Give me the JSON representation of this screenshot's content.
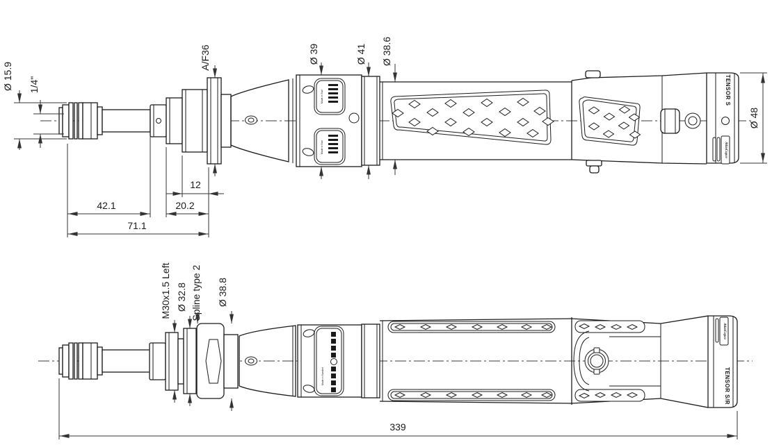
{
  "page": {
    "background": "#ffffff",
    "line_color": "#1a1a1a",
    "dim_color": "#333333"
  },
  "top_view": {
    "dims": {
      "diameter_tip": "Ø 15.9",
      "square_drive": "1/4\"",
      "wrench_flats": "A/F36",
      "diameter_39": "Ø 39",
      "diameter_41": "Ø 41",
      "diameter_38_6": "Ø 38.6",
      "diameter_48": "Ø 48",
      "length_12": "12",
      "length_20_2": "20.2",
      "length_42_1": "42.1",
      "length_71_1": "71.1"
    },
    "labels": {
      "model": "TENSOR S",
      "logo": "AtlasCopco",
      "plate_upper": "Made in Swe",
      "plate_lower": "Made in Swe"
    }
  },
  "bottom_view": {
    "dims": {
      "thread": "M30x1.5 Left",
      "diameter_32_8": "Ø 32.8",
      "spline": "Spline type 2",
      "diameter_38_8": "Ø 38.8",
      "overall_length": "339"
    },
    "labels": {
      "model": "TENSOR S/R",
      "logo": "AtlasCopco",
      "plate": "Made in Sweden"
    }
  }
}
